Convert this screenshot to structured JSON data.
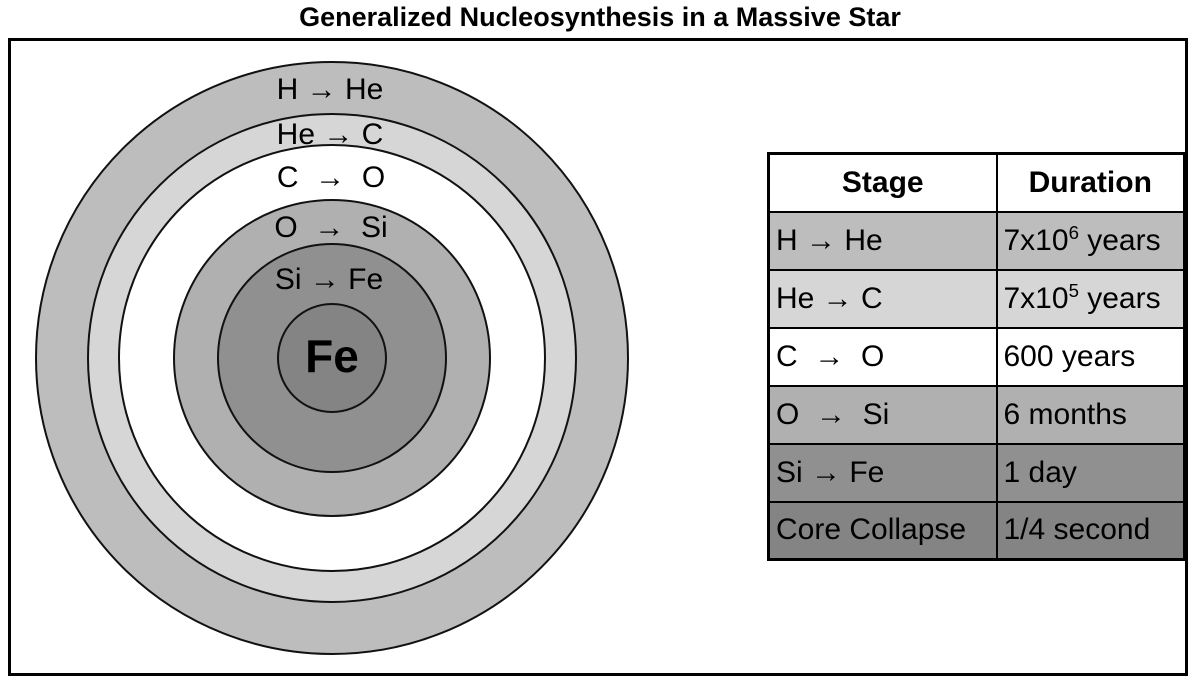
{
  "title": "Generalized Nucleosynthesis in a Massive Star",
  "diagram": {
    "shells": [
      {
        "label": "H → He",
        "color": "#bdbdbd"
      },
      {
        "label": "He → C",
        "color": "#d6d6d6"
      },
      {
        "label": "C  →  O",
        "color": "#ffffff"
      },
      {
        "label": "O  →  Si",
        "color": "#b0b0b0"
      },
      {
        "label": "Si → Fe",
        "color": "#909090"
      },
      {
        "label": "Fe",
        "color": "#848484"
      }
    ]
  },
  "table": {
    "headers": [
      "Stage",
      "Duration"
    ],
    "rows": [
      {
        "stage": "H → He",
        "color": "#bdbdbd",
        "duration": {
          "value": "7x10",
          "exponent": "6",
          "unit": " years"
        }
      },
      {
        "stage": "He → C",
        "color": "#d6d6d6",
        "duration": {
          "value": "7x10",
          "exponent": "5",
          "unit": " years"
        }
      },
      {
        "stage": "C  →  O",
        "color": "#ffffff",
        "duration": {
          "value": "600 years",
          "exponent": "",
          "unit": ""
        }
      },
      {
        "stage": "O  →  Si",
        "color": "#b0b0b0",
        "duration": {
          "value": "6 months",
          "exponent": "",
          "unit": ""
        }
      },
      {
        "stage": "Si → Fe",
        "color": "#909090",
        "duration": {
          "value": "1 day",
          "exponent": "",
          "unit": ""
        }
      },
      {
        "stage": "Core Collapse",
        "color": "#848484",
        "duration": {
          "value": "1/4 second",
          "exponent": "",
          "unit": ""
        }
      }
    ]
  }
}
